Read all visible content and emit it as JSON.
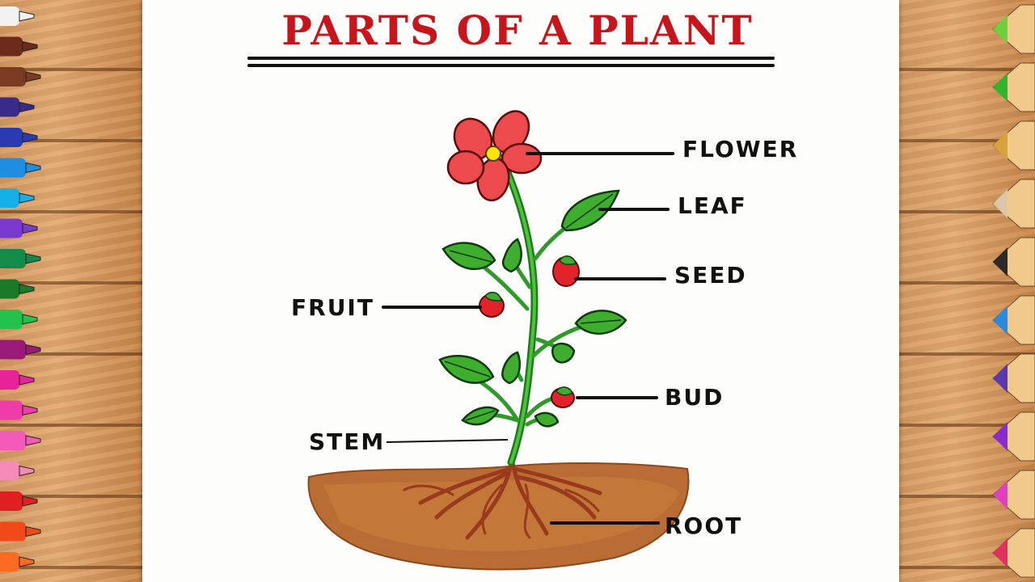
{
  "title": "PARTS OF A PLANT",
  "labels": {
    "flower": "FLOWER",
    "leaf": "LEAF",
    "seed": "SEED",
    "fruit": "FRUIT",
    "bud": "BUD",
    "stem": "STEM",
    "root": "ROOT"
  },
  "colors": {
    "title": "#c8151b",
    "petal": "#e8474a",
    "leaf": "#3fae2f",
    "stem": "#2f9a2a",
    "soil": "#b9662c",
    "root": "#a8431f"
  },
  "decor": {
    "left_markers": "marker-pens",
    "right_pencils": "colored-pencils"
  }
}
